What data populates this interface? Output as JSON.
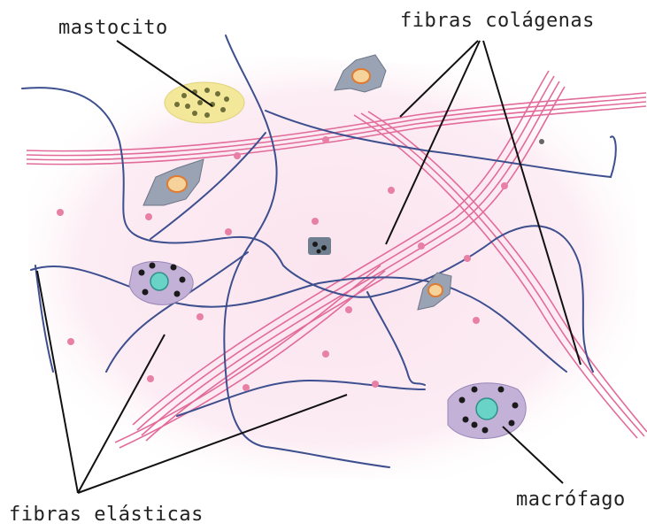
{
  "labels": {
    "mastocito": "mastocito",
    "fibras_colagenas": "fibras colágenas",
    "fibras_elasticas": "fibras elásticas",
    "macrofago": "macrófago"
  },
  "colors": {
    "background": "#fbe9f1",
    "collagen_fiber": "#e26b9a",
    "elastic_fiber": "#3d4f8f",
    "granule_dot": "#e87fa4",
    "leader_line": "#111111"
  }
}
